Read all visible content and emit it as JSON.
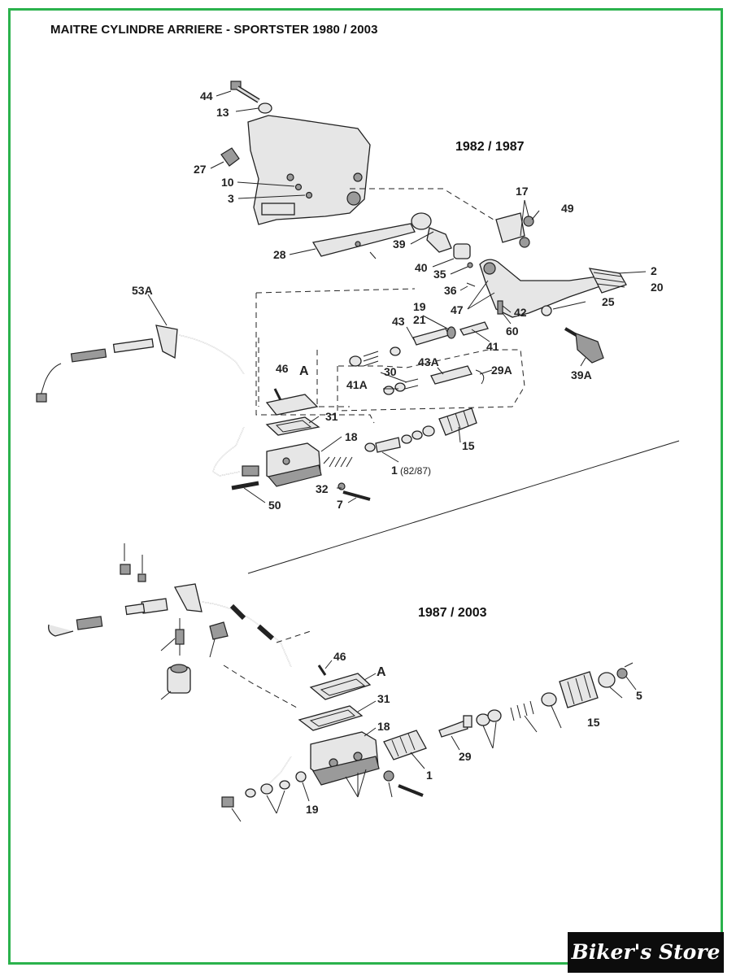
{
  "title": "MAITRE CYLINDRE ARRIERE - SPORTSTER 1980 / 2003",
  "sections": {
    "upper": "1982 / 1987",
    "lower": "1987 / 2003"
  },
  "logo": "Biker's Store",
  "upper_labels": {
    "l44": "44",
    "l13": "13",
    "l27": "27",
    "l10": "10",
    "l3": "3",
    "l28": "28",
    "l17": "17",
    "l49": "49",
    "l39": "39",
    "l40": "40",
    "l35": "35",
    "l36": "36",
    "l2": "2",
    "l20": "20",
    "l25": "25",
    "l47": "47",
    "l42": "42",
    "l60": "60",
    "l19": "19",
    "l21": "21",
    "l43": "43",
    "l41": "41",
    "l53a": "53A",
    "l46": "46",
    "la": "A",
    "l30": "30",
    "l41a": "41A",
    "l43a": "43A",
    "l29a": "29A",
    "l39a": "39A",
    "l31": "31",
    "l18": "18",
    "l15": "15",
    "l1": "1",
    "l1note": "(82/87)",
    "l32": "32",
    "l7": "7",
    "l50": "50"
  },
  "lower_labels": {
    "l46": "46",
    "la": "A",
    "l31": "31",
    "l18": "18",
    "l5": "5",
    "l15": "15",
    "l29": "29",
    "l1": "1",
    "l19": "19"
  }
}
